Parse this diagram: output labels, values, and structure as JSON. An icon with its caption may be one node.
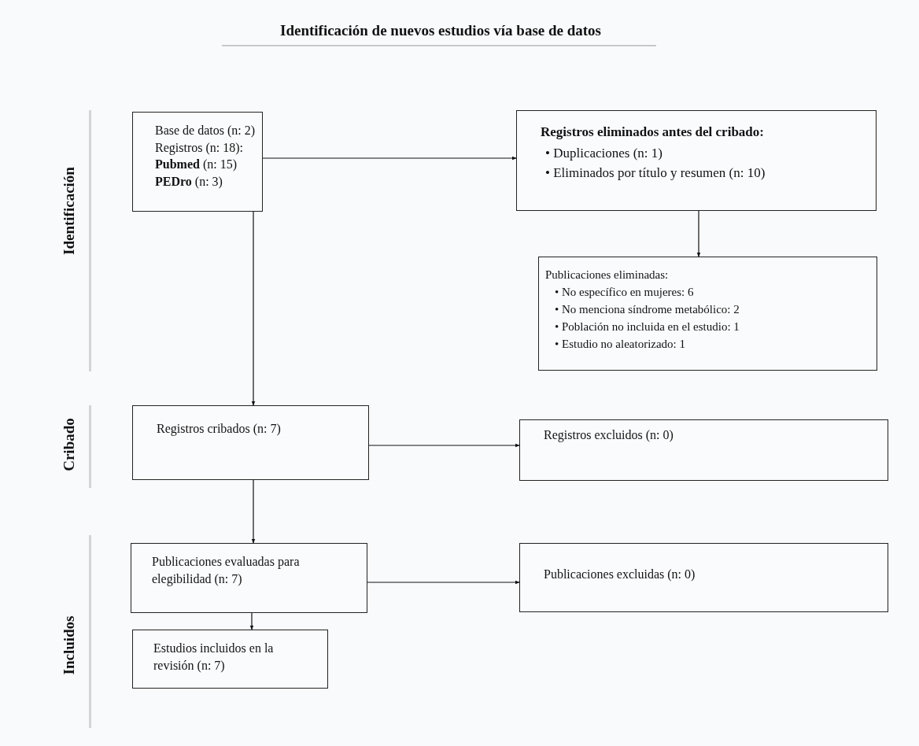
{
  "diagram": {
    "title": "Identificación de nuevos estudios vía base de datos",
    "nodes": [
      {
        "text": [
          "Base de datos (n: 2)",
          "Registros (n: 18):",
          "**Pubmed** (n: 15)",
          "**PEDro** (n: 3)"
        ]
      },
      {
        "text": [
          "Registros eliminados antes del cribado:",
          "• Duplicaciones (n: 1)",
          "• Eliminados por título y resumen (n: 10)"
        ]
      },
      {
        "text": [
          "Publicaciones eliminadas:",
          "• No específico en mujeres: 6",
          "• No menciona síndrome metabólico: 2",
          "• Población no incluida en el estudio: 1",
          "• Estudio no aleatorizado: 1"
        ]
      },
      {
        "text": [
          "Registros cribados (n: 7)"
        ]
      },
      {
        "text": [
          "Registros excluidos (n: 0)"
        ]
      },
      {
        "text": [
          "Publicaciones evaluadas para elegibilidad (n: 7)"
        ]
      },
      {
        "text": [
          "Publicaciones excluidas (n: 0)"
        ]
      },
      {
        "text": [
          "Estudios incluidos en la revisión (n: 7)"
        ]
      }
    ],
    "edges": [
      {
        "from": 0,
        "to": 1,
        "arrow": "to"
      },
      {
        "from": 1,
        "to": 2,
        "arrow": "to"
      },
      {
        "from": 0,
        "to": 3,
        "arrow": "to"
      },
      {
        "from": 3,
        "to": 4,
        "arrow": "to"
      },
      {
        "from": 3,
        "to": 5,
        "arrow": "to"
      },
      {
        "from": 5,
        "to": 6,
        "arrow": "to"
      },
      {
        "from": 5,
        "to": 7,
        "arrow": "to"
      }
    ],
    "labels": [
      "Identificación",
      "Cribado",
      "Incluidos"
    ]
  }
}
